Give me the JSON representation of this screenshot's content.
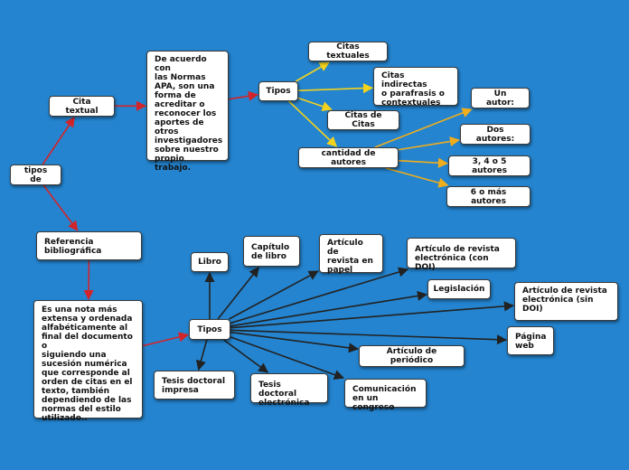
{
  "colors": {
    "background": "#2484cf",
    "red": "#d1252b",
    "yellow": "#f2d21c",
    "orange": "#f0ad1c",
    "black": "#222222"
  },
  "nodes": {
    "tipos_de": "tipos de",
    "cita_textual": "Cita textual",
    "apa_desc": "De acuerdo con\nlas Normas\nAPA, son una\nforma de\nacreditar o\nreconocer los\naportes de\notros\ninvestigadores\nsobre nuestro\npropio trabajo.",
    "tipos_cita": "Tipos",
    "citas_textuales": "Citas textuales",
    "citas_indirectas": "Citas indirectas\no parafrasis o\ncontextuales",
    "citas_de_citas": "Citas de Citas",
    "cantidad_autores": "cantidad de autores",
    "un_autor": "Un autor:",
    "dos_autores": "Dos autores:",
    "tres_autores": "3, 4 o 5 autores",
    "seis_autores": "6 o más autores",
    "referencia": "Referencia\nbibliográfica",
    "ref_desc": "Es una nota más\nextensa y ordenada\nalfabéticamente al\nfinal del documento o\nsiguiendo una\nsucesión numérica\nque corresponde al\norden de citas en el\ntexto, también\ndependiendo de las\nnormas del estilo\nutilizado..",
    "tipos_ref": "Tipos",
    "libro": "Libro",
    "capitulo": "Capítulo\nde libro",
    "articulo_papel": "Artículo de\nrevista en\npapel",
    "articulo_doi": "Artículo de revista\nelectrónica (con DOI)",
    "legislacion": "Legislación",
    "articulo_sin_doi": "Artículo de revista\nelectrónica (sin\nDOI)",
    "pagina_web": "Página\nweb",
    "articulo_periodico": "Artículo de periódico",
    "comunicacion": "Comunicación\nen un congreso",
    "tesis_electronica": "Tesis doctoral\nelectrónica",
    "tesis_impresa": "Tesis doctoral\nimpresa"
  },
  "edges": [
    {
      "from": "tipos_de",
      "to": "cita_textual",
      "color": "red"
    },
    {
      "from": "tipos_de",
      "to": "referencia",
      "color": "red"
    },
    {
      "from": "cita_textual",
      "to": "apa_desc",
      "color": "red"
    },
    {
      "from": "apa_desc",
      "to": "tipos_cita",
      "color": "red"
    },
    {
      "from": "tipos_cita",
      "to": "citas_textuales",
      "color": "yellow"
    },
    {
      "from": "tipos_cita",
      "to": "citas_indirectas",
      "color": "yellow"
    },
    {
      "from": "tipos_cita",
      "to": "citas_de_citas",
      "color": "yellow"
    },
    {
      "from": "tipos_cita",
      "to": "cantidad_autores",
      "color": "yellow"
    },
    {
      "from": "cantidad_autores",
      "to": "un_autor",
      "color": "orange"
    },
    {
      "from": "cantidad_autores",
      "to": "dos_autores",
      "color": "orange"
    },
    {
      "from": "cantidad_autores",
      "to": "tres_autores",
      "color": "orange"
    },
    {
      "from": "cantidad_autores",
      "to": "seis_autores",
      "color": "orange"
    },
    {
      "from": "referencia",
      "to": "ref_desc",
      "color": "red"
    },
    {
      "from": "ref_desc",
      "to": "tipos_ref",
      "color": "red"
    },
    {
      "from": "tipos_ref",
      "to": "libro",
      "color": "black"
    },
    {
      "from": "tipos_ref",
      "to": "capitulo",
      "color": "black"
    },
    {
      "from": "tipos_ref",
      "to": "articulo_papel",
      "color": "black"
    },
    {
      "from": "tipos_ref",
      "to": "articulo_doi",
      "color": "black"
    },
    {
      "from": "tipos_ref",
      "to": "legislacion",
      "color": "black"
    },
    {
      "from": "tipos_ref",
      "to": "articulo_sin_doi",
      "color": "black"
    },
    {
      "from": "tipos_ref",
      "to": "pagina_web",
      "color": "black"
    },
    {
      "from": "tipos_ref",
      "to": "articulo_periodico",
      "color": "black"
    },
    {
      "from": "tipos_ref",
      "to": "comunicacion",
      "color": "black"
    },
    {
      "from": "tipos_ref",
      "to": "tesis_electronica",
      "color": "black"
    },
    {
      "from": "tipos_ref",
      "to": "tesis_impresa",
      "color": "black"
    }
  ]
}
